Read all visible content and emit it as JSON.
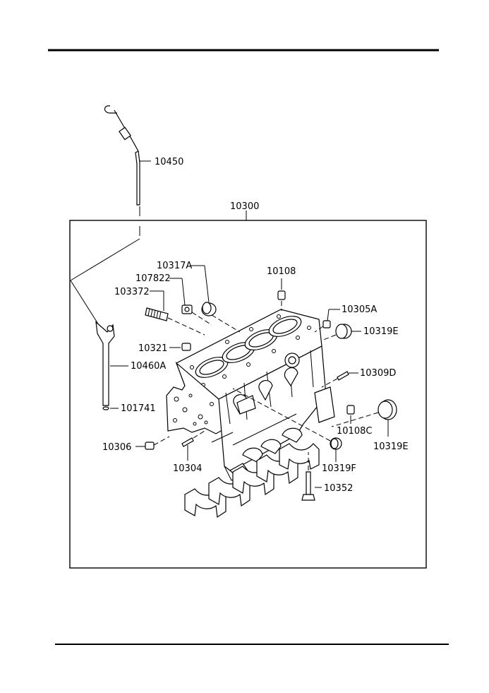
{
  "labels": {
    "dipstick": "10450",
    "block_assembly": "10300",
    "plug_a": "10317A",
    "bolt_107822": "107822",
    "stud_103372": "103372",
    "dowel_top": "10108",
    "plug_10305a": "10305A",
    "plug_10319e_right": "10319E",
    "plug_10321": "10321",
    "guide_tube": "10460A",
    "pin_10309d": "10309D",
    "oring_101741": "101741",
    "dowel_10108c": "10108C",
    "seal_10319e_lower": "10319E",
    "plug_10306": "10306",
    "stud_10304": "10304",
    "plug_10319f": "10319F",
    "bolt_10352": "10352"
  }
}
